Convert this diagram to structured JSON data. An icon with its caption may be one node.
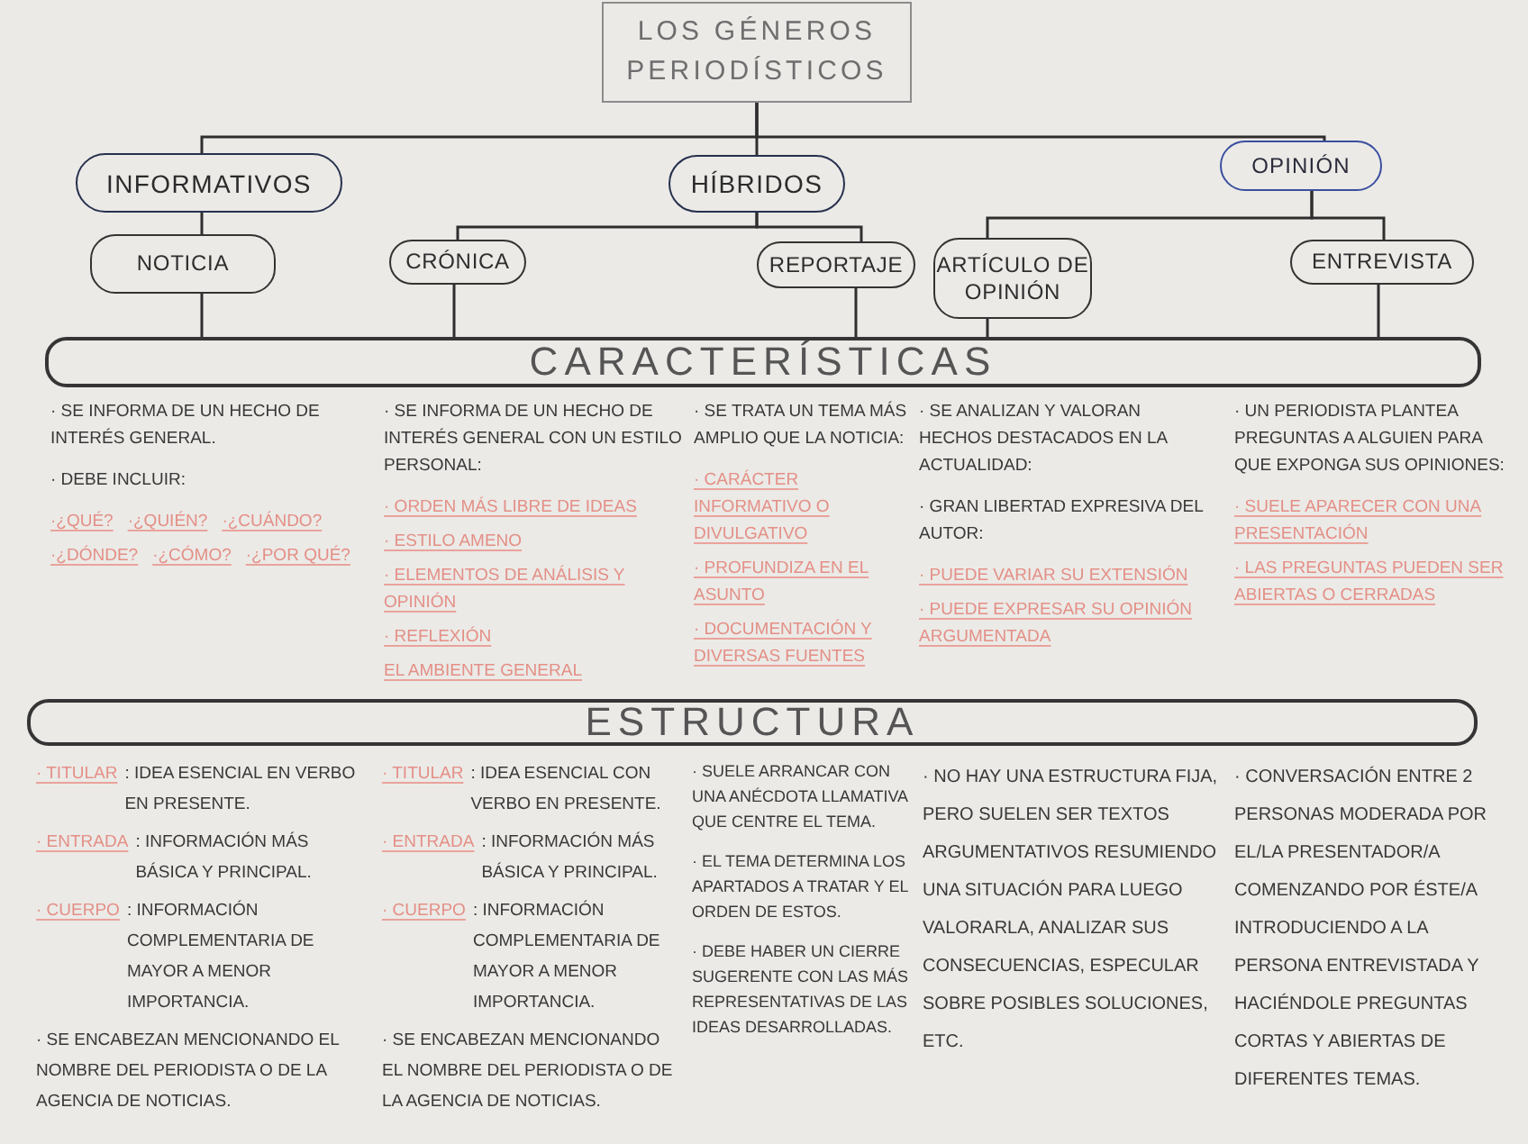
{
  "diagram": {
    "nodes": [
      {
        "text": [
          "LOS GÉNEROS PERIODÍSTICOS"
        ]
      },
      {
        "text": [
          "INFORMATIVOS"
        ]
      },
      {
        "text": [
          "HÍBRIDOS"
        ]
      },
      {
        "text": [
          "OPINIÓN"
        ]
      },
      {
        "text": [
          "NOTICIA"
        ]
      },
      {
        "text": [
          "CRÓNICA"
        ]
      },
      {
        "text": [
          "REPORTAJE"
        ]
      },
      {
        "text": [
          "ARTÍCULO DE OPINIÓN"
        ]
      },
      {
        "text": [
          "ENTREVISTA"
        ]
      },
      {
        "text": [
          "CARACTERÍSTICAS"
        ]
      },
      {
        "text": [
          "ESTRUCTURA"
        ]
      }
    ],
    "edges": [
      {
        "from": 0,
        "to": 1,
        "arrow": "none"
      },
      {
        "from": 0,
        "to": 2,
        "arrow": "none"
      },
      {
        "from": 0,
        "to": 3,
        "arrow": "none"
      },
      {
        "from": 1,
        "to": 4,
        "arrow": "none"
      },
      {
        "from": 2,
        "to": 5,
        "arrow": "none"
      },
      {
        "from": 2,
        "to": 6,
        "arrow": "none"
      },
      {
        "from": 3,
        "to": 7,
        "arrow": "none"
      },
      {
        "from": 3,
        "to": 8,
        "arrow": "none"
      },
      {
        "from": 4,
        "to": 9,
        "arrow": "none"
      },
      {
        "from": 5,
        "to": 9,
        "arrow": "none"
      },
      {
        "from": 6,
        "to": 9,
        "arrow": "none"
      },
      {
        "from": 7,
        "to": 9,
        "arrow": "none"
      },
      {
        "from": 8,
        "to": 9,
        "arrow": "none"
      }
    ],
    "labels": [
      "· SE INFORMA DE UN HECHO DE INTERÉS GENERAL.",
      "· DEBE INCLUIR:",
      "·¿QUÉ?",
      "·¿QUIÉN?",
      "·¿CUÁNDO?",
      "·¿DÓNDE?",
      "·¿CÓMO?",
      "·¿POR QUÉ?",
      "· SE INFORMA DE UN HECHO DE INTERÉS GENERAL CON UN ESTILO PERSONAL:",
      "· ORDEN MÁS LIBRE DE IDEAS",
      "· ESTILO AMENO",
      "· ELEMENTOS DE ANÁLISIS Y OPINIÓN",
      "· REFLEXIÓN",
      "EL AMBIENTE GENERAL",
      "· SE TRATA UN TEMA MÁS AMPLIO QUE LA NOTICIA:",
      "· CARÁCTER INFORMATIVO O DIVULGATIVO",
      "· PROFUNDIZA EN EL ASUNTO",
      "· DOCUMENTACIÓN Y DIVERSAS FUENTES",
      "· SE ANALIZAN Y VALORAN HECHOS DESTACADOS EN LA ACTUALIDAD:",
      "· GRAN LIBERTAD EXPRESIVA DEL AUTOR:",
      "· PUEDE VARIAR SU EXTENSIÓN",
      "· PUEDE EXPRESAR SU OPINIÓN ARGUMENTADA",
      "· UN PERIODISTA PLANTEA PREGUNTAS A ALGUIEN PARA QUE EXPONGA SUS OPINIONES:",
      "· SUELE APARECER CON UNA PRESENTACIÓN",
      "· LAS PREGUNTAS PUEDEN SER ABIERTAS O CERRADAS",
      "· TITULAR",
      ": IDEA ESENCIAL EN VERBO EN PRESENTE.",
      "· ENTRADA",
      ": INFORMACIÓN MÁS BÁSICA Y PRINCIPAL.",
      "· CUERPO",
      ": INFORMACIÓN COMPLEMENTARIA DE MAYOR A MENOR IMPORTANCIA.",
      "· SE ENCABEZAN MENCIONANDO EL NOMBRE DEL PERIODISTA O DE LA AGENCIA DE NOTICIAS.",
      "· TITULAR",
      ": IDEA ESENCIAL CON VERBO EN PRESENTE.",
      "· ENTRADA",
      ": INFORMACIÓN MÁS BÁSICA Y PRINCIPAL.",
      "· CUERPO",
      ": INFORMACIÓN COMPLEMENTARIA DE MAYOR A MENOR IMPORTANCIA.",
      "· SE ENCABEZAN MENCIONANDO EL NOMBRE DEL PERIODISTA O DE LA AGENCIA DE NOTICIAS.",
      "· SUELE ARRANCAR CON UNA ANÉCDOTA LLAMATIVA QUE CENTRE EL TEMA.",
      "· EL TEMA DETERMINA LOS APARTADOS A TRATAR Y EL ORDEN DE ESTOS.",
      "· DEBE HABER UN CIERRE SUGERENTE CON LAS MÁS REPRESENTATIVAS DE LAS IDEAS DESARROLLADAS.",
      "· NO HAY UNA ESTRUCTURA FIJA, PERO SUELEN SER TEXTOS ARGUMENTATIVOS RESUMIENDO UNA SITUACIÓN PARA LUEGO VALORARLA, ANALIZAR SUS CONSECUENCIAS, ESPECULAR SOBRE POSIBLES SOLUCIONES, ETC.",
      "· CONVERSACIÓN ENTRE 2 PERSONAS MODERADA POR EL/LA PRESENTADOR/A COMENZANDO POR ÉSTE/A INTRODUCIENDO A LA PERSONA ENTREVISTADA Y HACIÉNDOLE PREGUNTAS CORTAS Y ABIERTAS DE DIFERENTES TEMAS."
    ]
  }
}
